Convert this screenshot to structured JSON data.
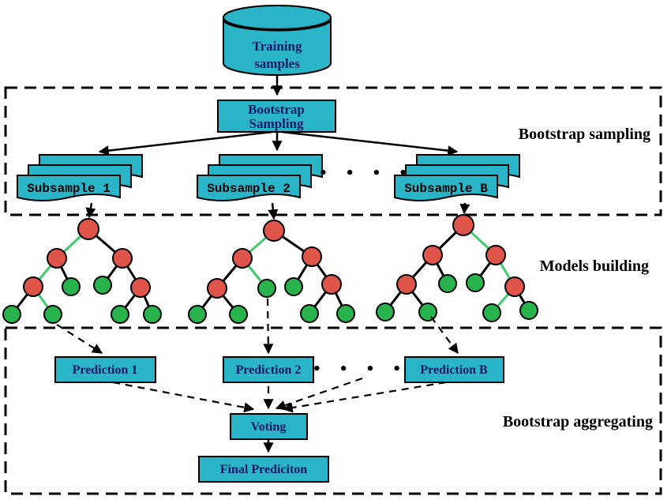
{
  "colors": {
    "shape_fill": "#2ab4c8",
    "node_red": "#e0554a",
    "node_green": "#29b34c",
    "edge_green": "#3fcb6e",
    "label_navy": "#0d1a66"
  },
  "database": {
    "label_line1": "Training",
    "label_line2": "samples"
  },
  "bootstrap_sampling_box": {
    "label_line1": "Bootstrap",
    "label_line2": "Sampling"
  },
  "subsamples": [
    {
      "label": "Subsample 1"
    },
    {
      "label": "Subsample 2"
    },
    {
      "label": "Subsample B"
    }
  ],
  "ellipsis_row_top": "• • • •",
  "ellipsis_row_bottom": "• • • •",
  "predictions": [
    {
      "label": "Prediction 1"
    },
    {
      "label": "Prediction 2"
    },
    {
      "label": "Prediction B"
    }
  ],
  "voting_box": {
    "label": "Voting"
  },
  "final_box": {
    "label": "Final Prediciton"
  },
  "section_labels": [
    {
      "label": "Bootstrap sampling"
    },
    {
      "label": "Models building"
    },
    {
      "label": "Bootstrap aggregating"
    }
  ]
}
